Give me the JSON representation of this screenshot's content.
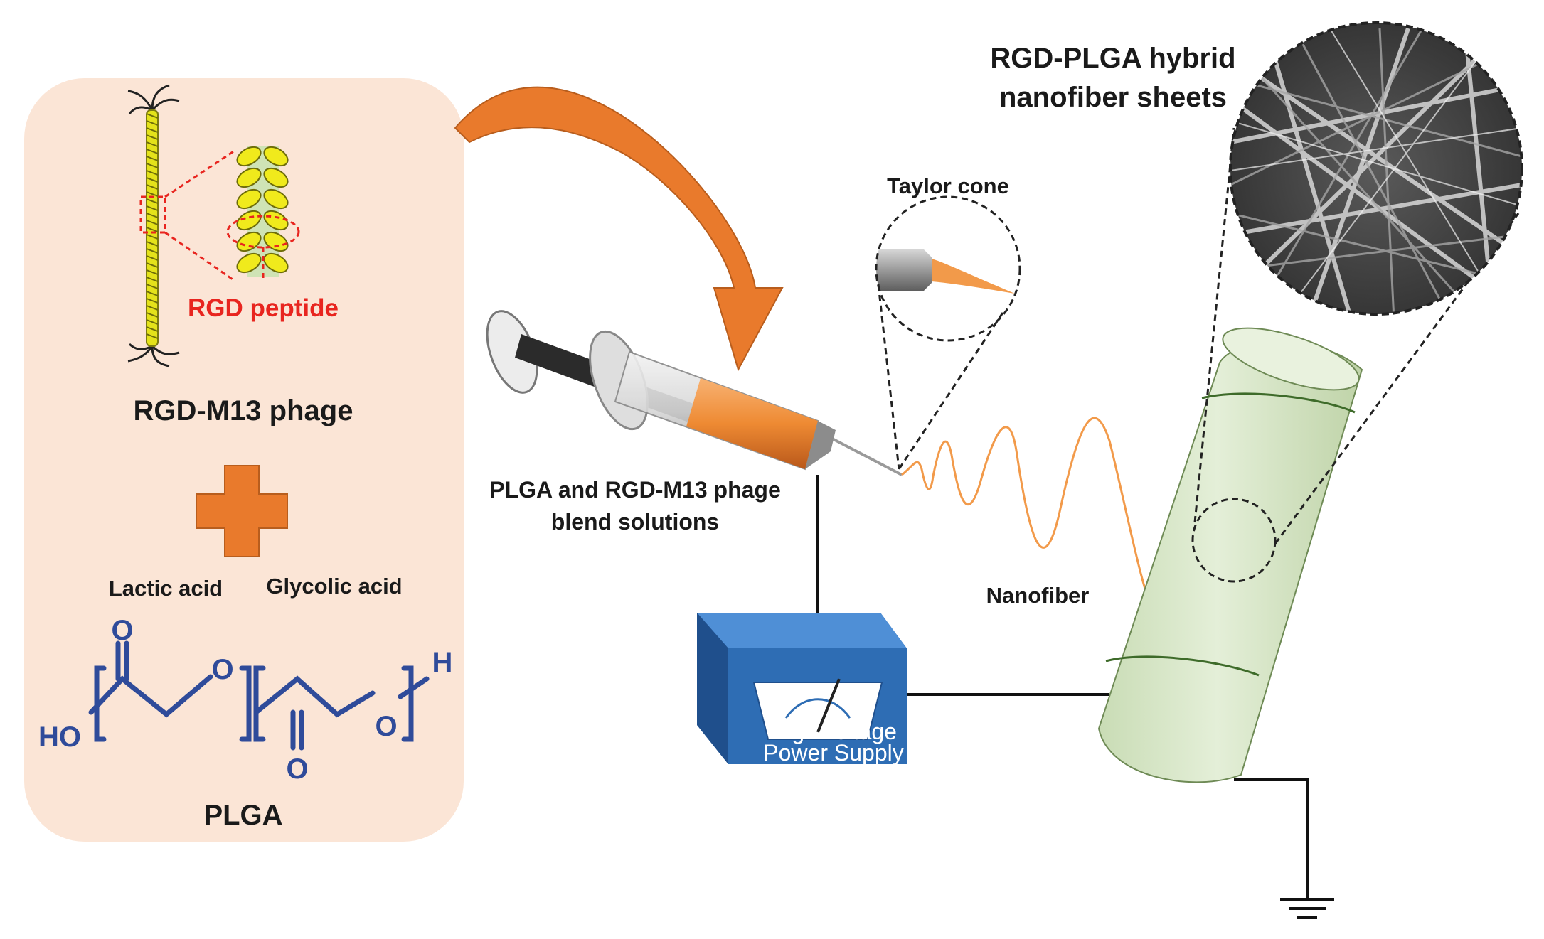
{
  "labels": {
    "rgd_peptide": "RGD peptide",
    "rgd_m13_phage": "RGD-M13 phage",
    "lactic_acid": "Lactic acid",
    "glycolic_acid": "Glycolic acid",
    "plga": "PLGA",
    "blend_line1": "PLGA and RGD-M13 phage",
    "blend_line2": "blend solutions",
    "taylor_cone": "Taylor cone",
    "nanofiber": "Nanofiber",
    "sheets_line1": "RGD-PLGA hybrid",
    "sheets_line2": "nanofiber sheets",
    "power_line1": "High voltage",
    "power_line2": "Power Supply"
  },
  "chemistry": {
    "o_top": "O",
    "o_bottom": "O",
    "o_chain1": "O",
    "o_chain2": "O",
    "ho": "HO",
    "h": "H"
  },
  "colors": {
    "panel_bg": "#fbe5d6",
    "arrow_orange": "#e97a2c",
    "chem_blue": "#2f4b9a",
    "rgd_red": "#e8251f",
    "fiber_orange": "#f29a4a",
    "supply_blue": "#2e6db4",
    "collector_green": "#dbe9cd",
    "peptide_yellow": "#f0ea1c"
  }
}
